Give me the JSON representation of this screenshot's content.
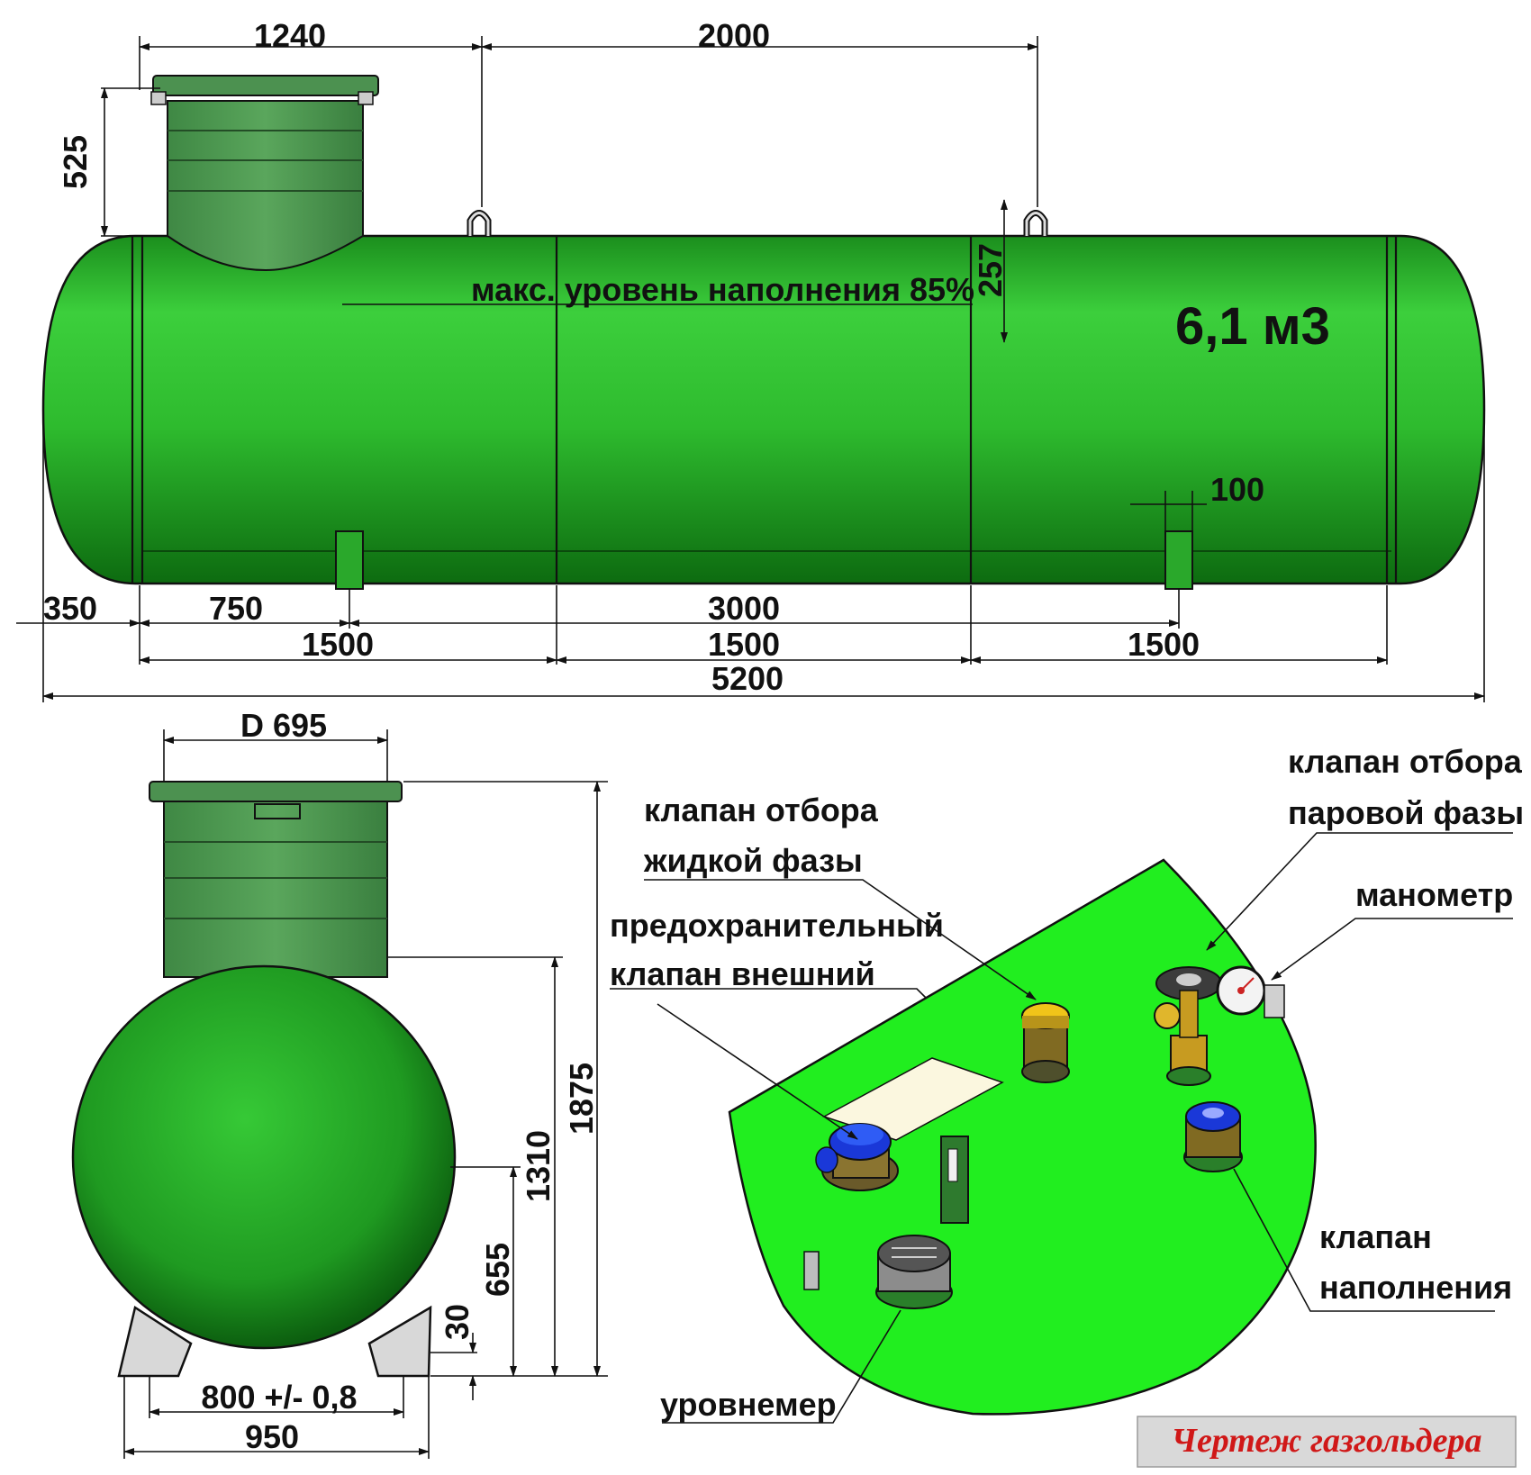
{
  "side_view": {
    "dims": {
      "neck_offset": "1240",
      "lug_spacing": "2000",
      "neck_height": "525",
      "gap_top": "257",
      "foot_width": "100",
      "end_cap": "350",
      "foot_offset": "750",
      "foot_spacing": "3000",
      "section_1": "1500",
      "section_2": "1500",
      "section_3": "1500",
      "total_length": "5200"
    },
    "fill_level_label": "макс. уровень наполнения 85%",
    "volume_label": "6,1 м3"
  },
  "end_view": {
    "dims": {
      "neck_diameter": "D 695",
      "total_height": "1875",
      "neck_top_height": "1310",
      "axis_height": "655",
      "clearance": "30",
      "foot_spacing": "800 +/- 0,8",
      "base_width": "950"
    }
  },
  "fittings": {
    "liquid_valve": [
      "клапан отбора",
      "жидкой фазы"
    ],
    "vapor_valve": [
      "клапан отбора",
      "паровой фазы"
    ],
    "pressure_gauge": "манометр",
    "safety_valve": [
      "предохранительный",
      "клапан внешний"
    ],
    "fill_valve": [
      "клапан",
      "наполнения"
    ],
    "level_gauge": "уровнемер"
  },
  "title": "Чертеж газгольдера",
  "colors": {
    "tank_green": "#2fc22f",
    "tank_dark": "#0f6a10",
    "neck_green": "#4f9a52",
    "plate_green": "#21ee1f",
    "title_red": "#d01818"
  }
}
